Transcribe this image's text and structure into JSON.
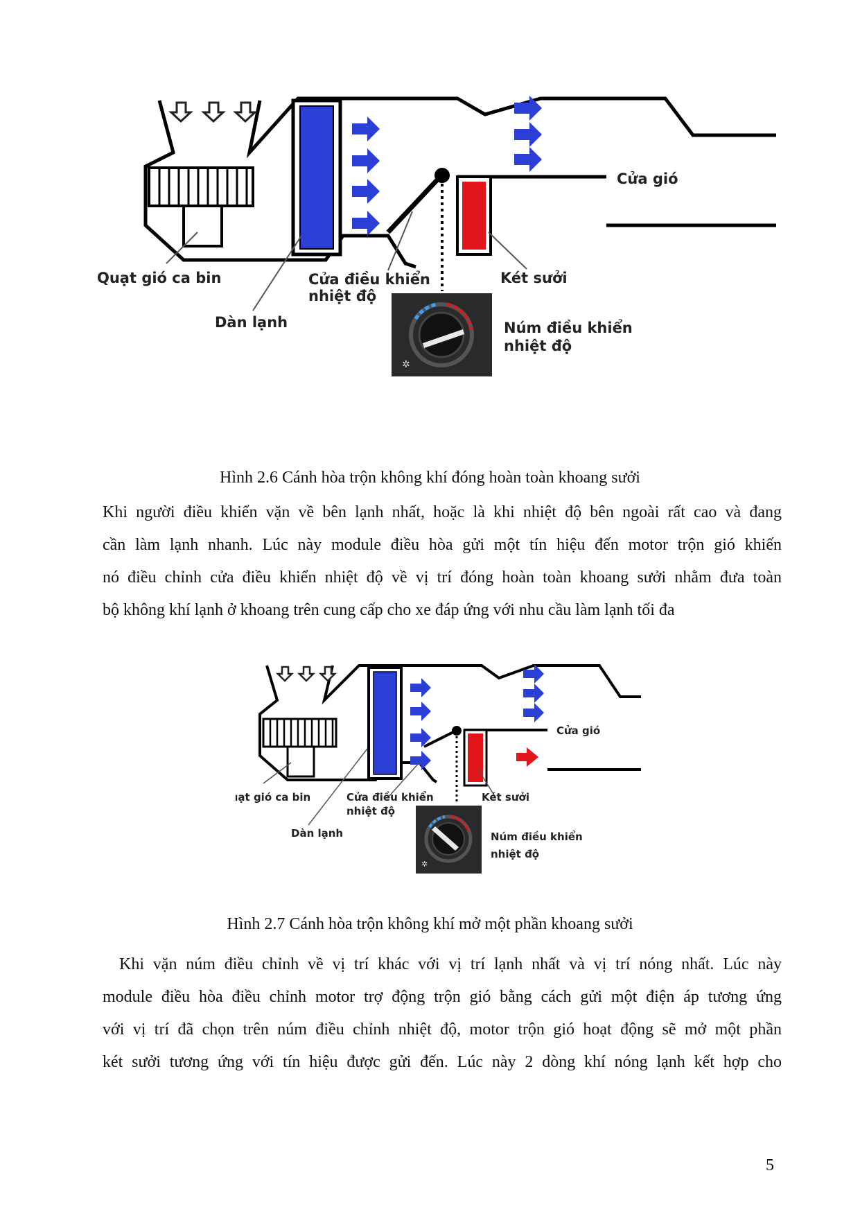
{
  "figures": [
    {
      "labels": {
        "fan": "Quạt gió ca bin",
        "evaporator": "Dàn lạnh",
        "door_line1": "Cửa điều khiển",
        "door_line2": "nhiệt độ",
        "heater": "Két sưởi",
        "outlet": "Cửa gió",
        "knob_line1": "Núm điều khiển",
        "knob_line2": "nhiệt độ"
      },
      "caption": "Hình 2.6 Cánh hòa trộn không khí đóng hoàn toàn khoang sưởi"
    },
    {
      "labels": {
        "fan": "Quạt gió ca bin",
        "evaporator": "Dàn lạnh",
        "door_line1": "Cửa điều khiển",
        "door_line2": "nhiệt độ",
        "heater": "Két sưởi",
        "outlet": "Cửa gió",
        "knob_line1": "Núm điều khiển",
        "knob_line2": "nhiệt độ"
      },
      "caption": "Hình 2.7 Cánh hòa trộn không khí mở một phần khoang sưởi"
    }
  ],
  "paragraphs": [
    {
      "lines": [
        "Khi người điều khiển vặn về bên lạnh nhất, hoặc là khi nhiệt độ bên ngoài rất cao và đang",
        "cần làm lạnh nhanh. Lúc này module điều hòa gửi một tín hiệu đến motor trộn gió khiến",
        "nó điều chỉnh cửa điều khiển nhiệt độ về vị trí đóng hoàn toàn khoang sưởi nhằm đưa toàn",
        "bộ không khí lạnh ở khoang trên cung cấp cho xe đáp ứng với nhu cầu làm lạnh tối đa"
      ]
    },
    {
      "lines": [
        "Khi vặn núm điều chỉnh về vị trí khác với vị trí lạnh nhất và vị trí nóng nhất. Lúc này",
        "module điều hòa điều chỉnh motor trợ động trộn gió bằng cách gửi một điện áp tương ứng",
        "với vị trí đã chọn trên núm điều chỉnh nhiệt độ, motor trộn gió hoạt động sẽ mở một phần",
        "két sưởi tương ứng với tín hiệu được gửi đến. Lúc này 2 dòng khí nóng lạnh kết hợp cho"
      ]
    }
  ],
  "page_number": "5",
  "colors": {
    "cold": "#2b3fd6",
    "hot": "#e0161b",
    "knob_panel": "#2a2a2a"
  }
}
